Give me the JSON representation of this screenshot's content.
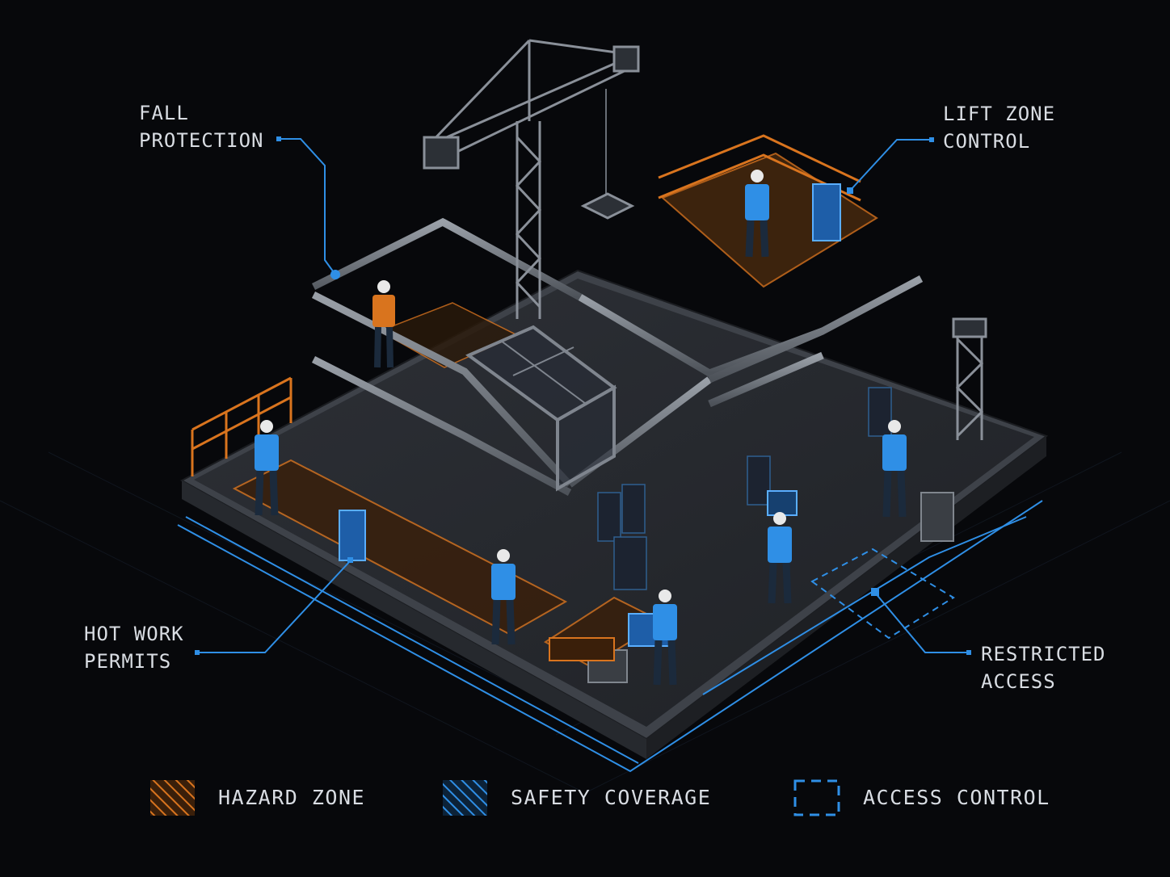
{
  "callouts": {
    "fall_protection": "FALL\nPROTECTION",
    "lift_zone_control": "LIFT ZONE\nCONTROL",
    "hot_work_permits": "HOT WORK\nPERMITS",
    "restricted_access": "RESTRICTED\nACCESS"
  },
  "legend": {
    "hazard_zone": "HAZARD ZONE",
    "safety_coverage": "SAFETY COVERAGE",
    "access_control": "ACCESS CONTROL"
  },
  "colors": {
    "background": "#07080b",
    "hazard": "#d9741e",
    "safety": "#2f8fe6",
    "steel": "#6d737c",
    "text": "#d9dde3"
  },
  "icons": [
    "tower-crane-icon",
    "worker-icon",
    "hazard-hatch-icon",
    "safety-hatch-icon",
    "access-dashed-square-icon"
  ]
}
